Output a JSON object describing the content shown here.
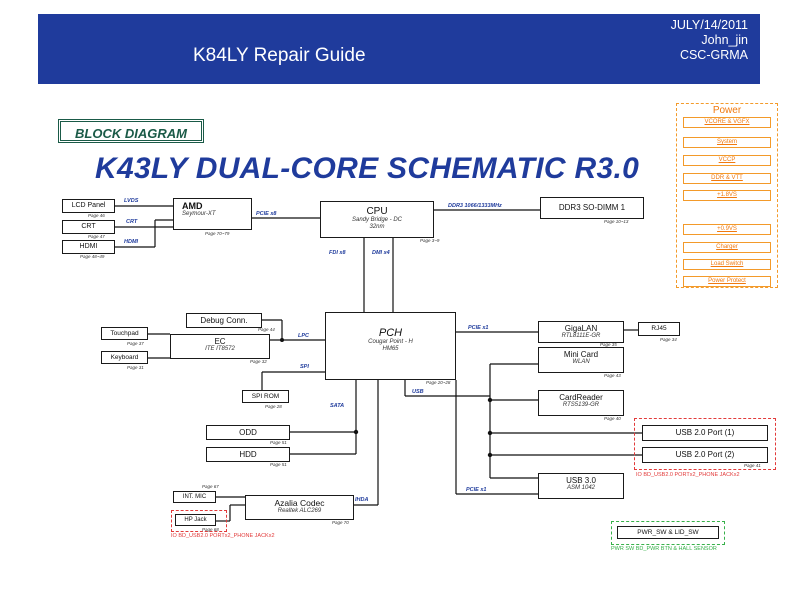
{
  "header": {
    "guide": "K84LY Repair Guide",
    "date": "JULY/14/2011",
    "author": "John_jin",
    "dept": "CSC-GRMA"
  },
  "block_label": "BLOCK DIAGRAM",
  "title": "K43LY DUAL-CORE SCHEMATIC R3.0",
  "boxes": {
    "lcd": "LCD Panel",
    "crt": "CRT",
    "hdmi": "HDMI",
    "amd": "AMD",
    "amd_sub": "Seymour-XT",
    "cpu": "CPU",
    "cpu_sub1": "Sandy Bridge - DC",
    "cpu_sub2": "32nm",
    "ddr3": "DDR3 SO-DIMM 1",
    "debug": "Debug Conn.",
    "touchpad": "Touchpad",
    "keyboard": "Keyboard",
    "ec": "EC",
    "ec_sub": "ITE IT8572",
    "spirom": "SPI ROM",
    "pch": "PCH",
    "pch_sub1": "Cougar Point - H",
    "pch_sub2": "HM65",
    "gigalan": "GigaLAN",
    "gigalan_sub": "RTL8111E-GR",
    "rj45": "RJ45",
    "minicard": "Mini Card",
    "minicard_sub": "WLAN",
    "cardreader": "CardReader",
    "cardreader_sub": "RTS5139-GR",
    "usb1": "USB 2.0 Port (1)",
    "usb2": "USB 2.0 Port (2)",
    "usb3": "USB 3.0",
    "usb3_sub": "ASM 1042",
    "odd": "ODD",
    "hdd": "HDD",
    "intmic": "INT. MIC",
    "hpjack": "HP Jack",
    "azalia": "Azalia Codec",
    "azalia_sub": "Realtek ALC269",
    "pwrsw": "PWR_SW & LID_SW"
  },
  "buses": {
    "lvds": "LVDS",
    "crt": "CRT",
    "hdmi": "HDMI",
    "pcie_x8": "PCIE x8",
    "ddr3": "DDR3 1066/1333MHz",
    "fdi": "FDI x8",
    "dmi": "DMI x4",
    "lpc": "LPC",
    "spi": "SPI",
    "sata": "SATA",
    "usb": "USB",
    "pcie_x1_a": "PCIE x1",
    "pcie_x1_b": "PCIE x1",
    "ihda": "IHDA"
  },
  "power": {
    "title": "Power",
    "items": [
      "VCORE & VGFX",
      "System",
      "VCCP",
      "DDR & VTT",
      "+1.8VS",
      "+0.9VS",
      "Charger",
      "Load Switch",
      "Power Protect"
    ]
  },
  "notes": {
    "usb_io": "IO BD_USB2.0 PORTx2_PHONE JACKx2",
    "audio_io": "IO BD_USB2.0 PORTx2_PHONE JACKx2",
    "pwr_io": "PWR SW BD_PWR BTN & HALL SENSOR"
  },
  "colors": {
    "header": "#1f3b9c",
    "title": "#1f3b9c",
    "power": "#f07a10",
    "red_note": "#e23a3a",
    "green_note": "#37b14a"
  }
}
